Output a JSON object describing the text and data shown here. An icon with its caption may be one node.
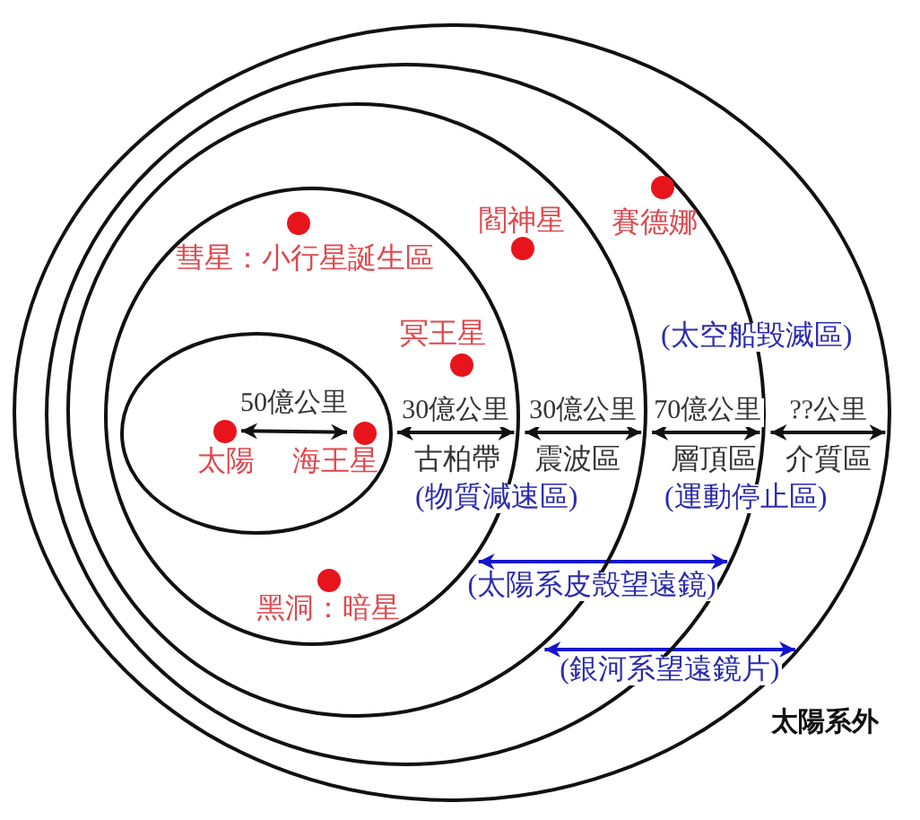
{
  "diagram": {
    "nodes": [
      {
        "text": [
          "介質區"
        ]
      },
      {
        "text": [
          "層頂區"
        ],
        "in": 0
      },
      {
        "text": [
          "震波區"
        ],
        "in": 1
      },
      {
        "text": [
          "古柏帶"
        ],
        "in": 2
      },
      {
        "text": [],
        "shape": "ellipse",
        "in": 3
      },
      {
        "text": [],
        "shape": "circle",
        "beside": [
          "賽德娜"
        ],
        "in": 1
      },
      {
        "text": [],
        "shape": "circle",
        "beside": [
          "彗星：小行星誕生區"
        ],
        "in": 3
      },
      {
        "text": [],
        "shape": "circle",
        "beside": [
          "閻神星"
        ],
        "in": 2
      },
      {
        "text": [],
        "shape": "circle",
        "beside": [
          "冥王星"
        ],
        "in": 3
      },
      {
        "text": [],
        "shape": "circle",
        "beside": [
          "太陽"
        ],
        "in": 4
      },
      {
        "text": [],
        "shape": "circle",
        "beside": [
          "海王星"
        ],
        "in": 4
      },
      {
        "text": [],
        "shape": "circle",
        "beside": [
          "黑洞：暗星"
        ],
        "in": 3
      }
    ],
    "edges": [
      {
        "from": 9,
        "to": 10,
        "arrow": "both",
        "label": "50億公里"
      },
      {
        "from": 4,
        "to": 3,
        "arrow": "both",
        "label": "30億公里"
      },
      {
        "from": 3,
        "to": 2,
        "arrow": "both",
        "label": "30億公里"
      },
      {
        "from": 2,
        "to": 1,
        "arrow": "both",
        "label": "70億公里"
      },
      {
        "from": 1,
        "to": 0,
        "arrow": "both",
        "label": "??公里"
      },
      {
        "from": 3,
        "to": 1,
        "arrow": "both",
        "label": "(太陽系皮殼望遠鏡)",
        "color": "#1515cc"
      },
      {
        "from": 2,
        "to": 0,
        "arrow": "both",
        "label": "(銀河系望遠鏡片)",
        "color": "#1515cc"
      }
    ],
    "labels": [
      "(太空船毀滅區)",
      "(物質減速區)",
      "(運動停止區)",
      "太陽系外"
    ]
  }
}
